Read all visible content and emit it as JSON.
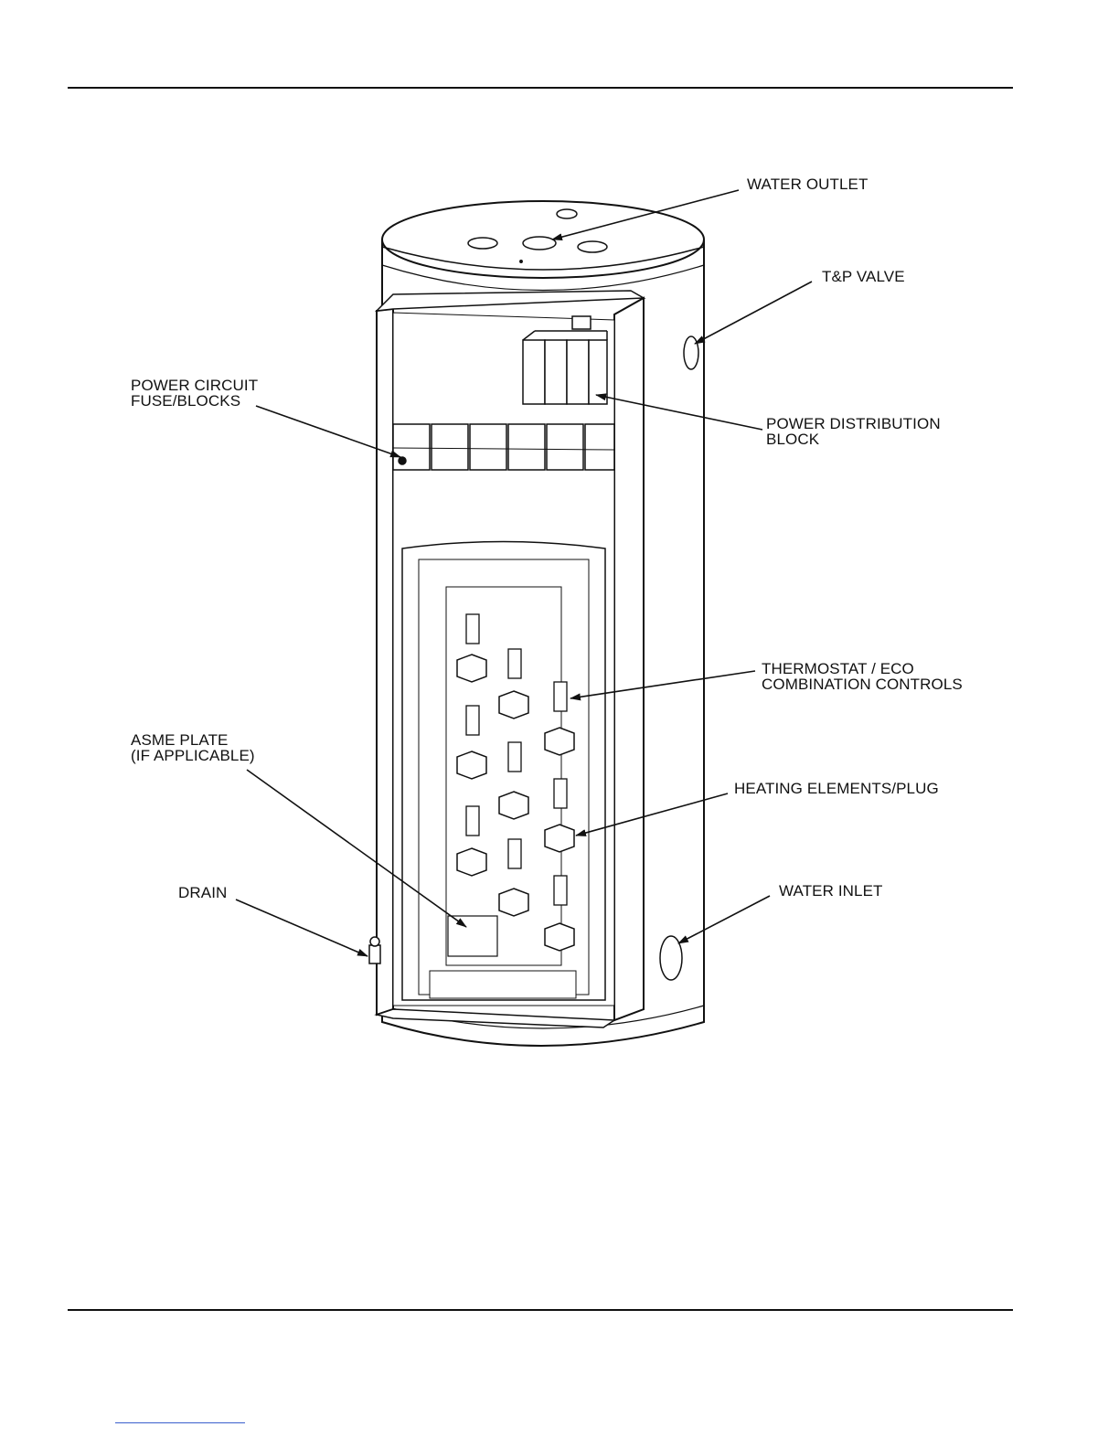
{
  "callouts": {
    "water_outlet": "WATER OUTLET",
    "tp_valve": "T&P VALVE",
    "power_circuit_line1": "POWER CIRCUIT",
    "power_circuit_line2": "FUSE/BLOCKS",
    "power_distribution_line1": "POWER DISTRIBUTION",
    "power_distribution_line2": "BLOCK",
    "thermostat_line1": "THERMOSTAT / ECO",
    "thermostat_line2": "COMBINATION CONTROLS",
    "asme_line1": "ASME PLATE",
    "asme_line2": "(IF APPLICABLE)",
    "heating_elements": "HEATING ELEMENTS/PLUG",
    "drain": "DRAIN",
    "water_inlet": "WATER INLET"
  }
}
